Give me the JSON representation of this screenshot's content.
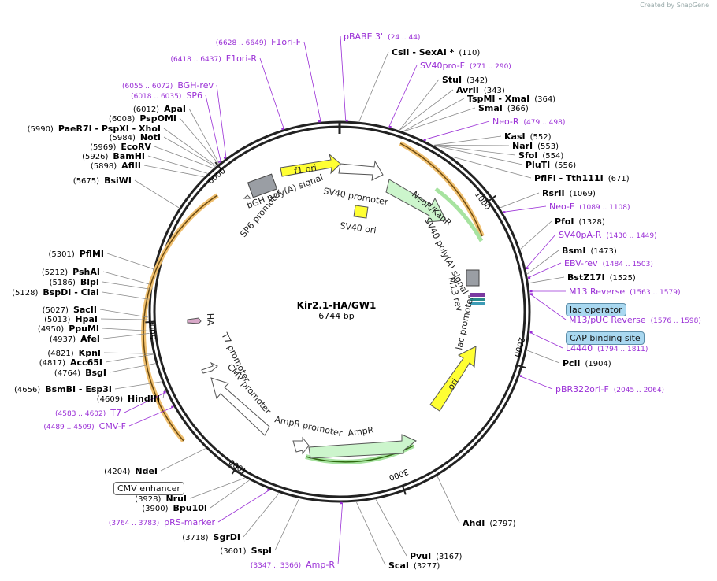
{
  "brand": "Created by  SnapGene",
  "plasmid": {
    "name": "Kir2.1-HA/GW1",
    "length_label": "6744 bp",
    "length": 6744
  },
  "ticks": [
    "1000",
    "2000",
    "3000",
    "4000",
    "5000",
    "6000"
  ],
  "enzymes": [
    {
      "name": "CsiI  - SexAI *",
      "pos": "(110)"
    },
    {
      "name": "StuI",
      "pos": "(342)"
    },
    {
      "name": "AvrII",
      "pos": "(343)"
    },
    {
      "name": "TspMI  - XmaI",
      "pos": "(364)"
    },
    {
      "name": "SmaI",
      "pos": "(366)"
    },
    {
      "name": "KasI",
      "pos": "(552)"
    },
    {
      "name": "NarI",
      "pos": "(553)"
    },
    {
      "name": "SfoI",
      "pos": "(554)"
    },
    {
      "name": "PluTI",
      "pos": "(556)"
    },
    {
      "name": "PflFI  - Tth111I",
      "pos": "(671)"
    },
    {
      "name": "RsrII",
      "pos": "(1069)"
    },
    {
      "name": "PfoI",
      "pos": "(1328)"
    },
    {
      "name": "BsmI",
      "pos": "(1473)"
    },
    {
      "name": "BstZ17I",
      "pos": "(1525)"
    },
    {
      "name": "PciI",
      "pos": "(1904)"
    },
    {
      "name": "AhdI",
      "pos": "(2797)"
    },
    {
      "name": "PvuI",
      "pos": "(3167)"
    },
    {
      "name": "ScaI",
      "pos": "(3277)"
    },
    {
      "name": "SspI",
      "pos": "(3601)"
    },
    {
      "name": "SgrDI",
      "pos": "(3718)"
    },
    {
      "name": "Bpu10I",
      "pos": "(3900)"
    },
    {
      "name": "NruI",
      "pos": "(3928)"
    },
    {
      "name": "NdeI",
      "pos": "(4204)"
    },
    {
      "name": "HindIII",
      "pos": "(4609)"
    },
    {
      "name": "BsmBI   - Esp3I",
      "pos": "(4656)"
    },
    {
      "name": "BsgI",
      "pos": "(4764)"
    },
    {
      "name": "Acc65I",
      "pos": "(4817)"
    },
    {
      "name": "KpnI",
      "pos": "(4821)"
    },
    {
      "name": "AfeI",
      "pos": "(4937)"
    },
    {
      "name": "PpuMI",
      "pos": "(4950)"
    },
    {
      "name": "HpaI",
      "pos": "(5013)"
    },
    {
      "name": "SacII",
      "pos": "(5027)"
    },
    {
      "name": "BspDI   - ClaI",
      "pos": "(5128)"
    },
    {
      "name": "BlpI",
      "pos": "(5186)"
    },
    {
      "name": "PshAI",
      "pos": "(5212)"
    },
    {
      "name": "PflMI",
      "pos": "(5301)"
    },
    {
      "name": "BsiWI",
      "pos": "(5675)"
    },
    {
      "name": "AflII",
      "pos": "(5898)"
    },
    {
      "name": "BamHI",
      "pos": "(5926)"
    },
    {
      "name": "EcoRV",
      "pos": "(5969)"
    },
    {
      "name": "NotI",
      "pos": "(5984)"
    },
    {
      "name": "PaeR7I  - PspXI  - XhoI",
      "pos": "(5990)"
    },
    {
      "name": "PspOMI",
      "pos": "(6008)"
    },
    {
      "name": "ApaI",
      "pos": "(6012)"
    }
  ],
  "primers": [
    {
      "name": "pBABE 3'",
      "pos": "(24 .. 44)"
    },
    {
      "name": "SV40pro-F",
      "pos": "(271 .. 290)"
    },
    {
      "name": "Neo-R",
      "pos": "(479 .. 498)"
    },
    {
      "name": "Neo-F",
      "pos": "(1089 .. 1108)"
    },
    {
      "name": "SV40pA-R",
      "pos": "(1430 .. 1449)"
    },
    {
      "name": "EBV-rev",
      "pos": "(1484 .. 1503)"
    },
    {
      "name": "M13 Reverse",
      "pos": "(1563 .. 1579)"
    },
    {
      "name": "M13/pUC Reverse",
      "pos": "(1576 .. 1598)"
    },
    {
      "name": "L4440",
      "pos": "(1794 .. 1811)"
    },
    {
      "name": "pBR322ori-F",
      "pos": "(2045 .. 2064)"
    },
    {
      "name": "Amp-R",
      "pos": "(3347 .. 3366)"
    },
    {
      "name": "pRS-marker",
      "pos": "(3764 .. 3783)"
    },
    {
      "name": "CMV-F",
      "pos": "(4489 .. 4509)"
    },
    {
      "name": "T7",
      "pos": "(4583 .. 4602)"
    },
    {
      "name": "SP6",
      "pos": "(6018 .. 6035)"
    },
    {
      "name": "BGH-rev",
      "pos": "(6055 .. 6072)"
    },
    {
      "name": "F1ori-R",
      "pos": "(6418 .. 6437)"
    },
    {
      "name": "F1ori-F",
      "pos": "(6628 .. 6649)"
    }
  ],
  "features": {
    "f1_ori": "f1 ori",
    "sv40_promoter": "SV40 promoter",
    "sv40_ori": "SV40 ori",
    "neor": "NeoR/KanR",
    "sv40_polya": "SV40 poly(A) signal",
    "m13_rev": "M13 rev",
    "lac_promoter": "lac promoter",
    "ori": "ori",
    "ampr": "AmpR",
    "ampr_promoter": "AmpR promoter",
    "cmv_promoter": "CMV promoter",
    "t7_promoter": "T7 promoter",
    "ha": "HA",
    "sp6_promoter": "SP6 promoter",
    "bgh_polya": "bGH poly(A) signal"
  },
  "badges": {
    "lac_operator": "lac operator",
    "cap_site": "CAP binding site",
    "cmv_enhancer": "CMV enhancer"
  },
  "colors": {
    "backbone": "#222222",
    "primer": "#9a2fd6",
    "ori_yellow": "#ffff00",
    "neor_green": "#ccf5cc",
    "orf_outline": "#f0c070",
    "badge_blue": "#a9d8f0"
  }
}
